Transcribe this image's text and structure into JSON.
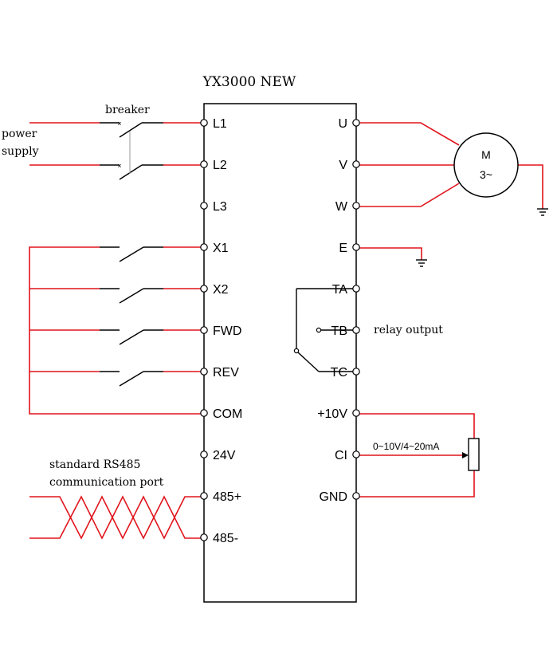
{
  "title": "YX3000 NEW",
  "labels": {
    "breaker": "breaker",
    "power_supply": [
      "power",
      "supply"
    ],
    "relay_output": "relay output",
    "rs485": [
      "standard RS485",
      "communication port"
    ],
    "analog_range": "0~10V/4~20mA",
    "motor": [
      "M",
      "3~"
    ]
  },
  "left_terminals": [
    "L1",
    "L2",
    "L3",
    "X1",
    "X2",
    "FWD",
    "REV",
    "COM",
    "24V",
    "485+",
    "485-"
  ],
  "right_terminals": [
    "U",
    "V",
    "W",
    "E",
    "TA",
    "TB",
    "TC",
    "+10V",
    "CI",
    "GND"
  ],
  "colors": {
    "wire": "#e0141c",
    "line": "#000000"
  }
}
